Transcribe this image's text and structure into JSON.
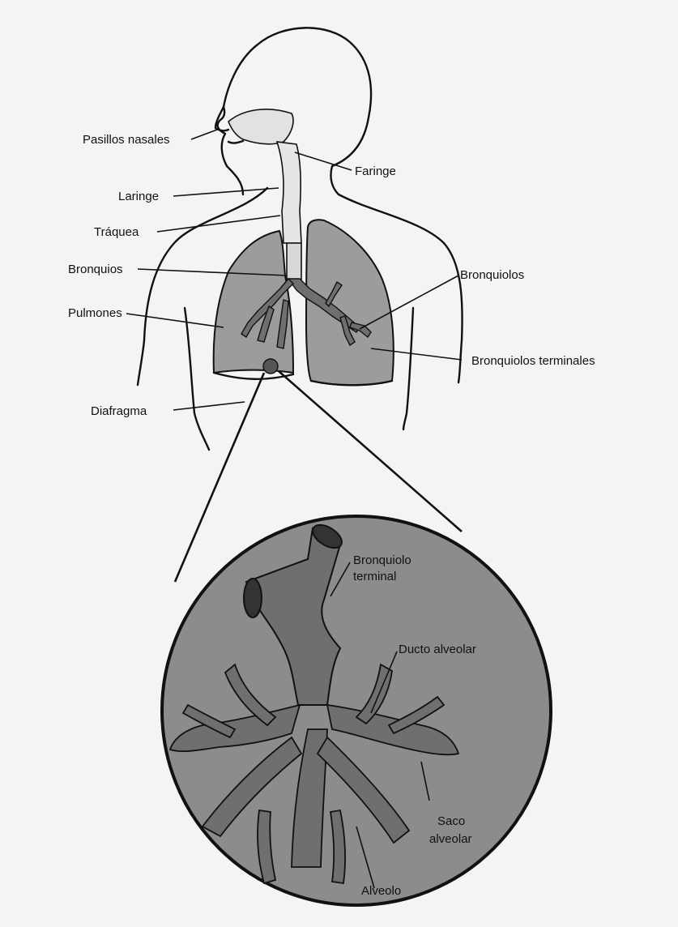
{
  "colors": {
    "background": "#f4f4f2",
    "lung_fill": "#9c9c9c",
    "zoom_fill": "#8c8c8c",
    "airway_fill": "#6f6f6f",
    "line": "#111111"
  },
  "labels": {
    "pasillos_nasales": "Pasillos nasales",
    "faringe": "Faringe",
    "laringe": "Laringe",
    "traquea": "Tráquea",
    "bronquios": "Bronquios",
    "bronquiolos": "Bronquiolos",
    "pulmones": "Pulmones",
    "bronquiolos_terminales": "Bronquiolos terminales",
    "diafragma": "Diafragma"
  },
  "inset_labels": {
    "bronquiolo_terminal_1": "Bronquiolo",
    "bronquiolo_terminal_2": "terminal",
    "ducto_alveolar": "Ducto alveolar",
    "saco_alveolar_1": "Saco",
    "saco_alveolar_2": "alveolar",
    "alveolo": "Alveolo"
  }
}
